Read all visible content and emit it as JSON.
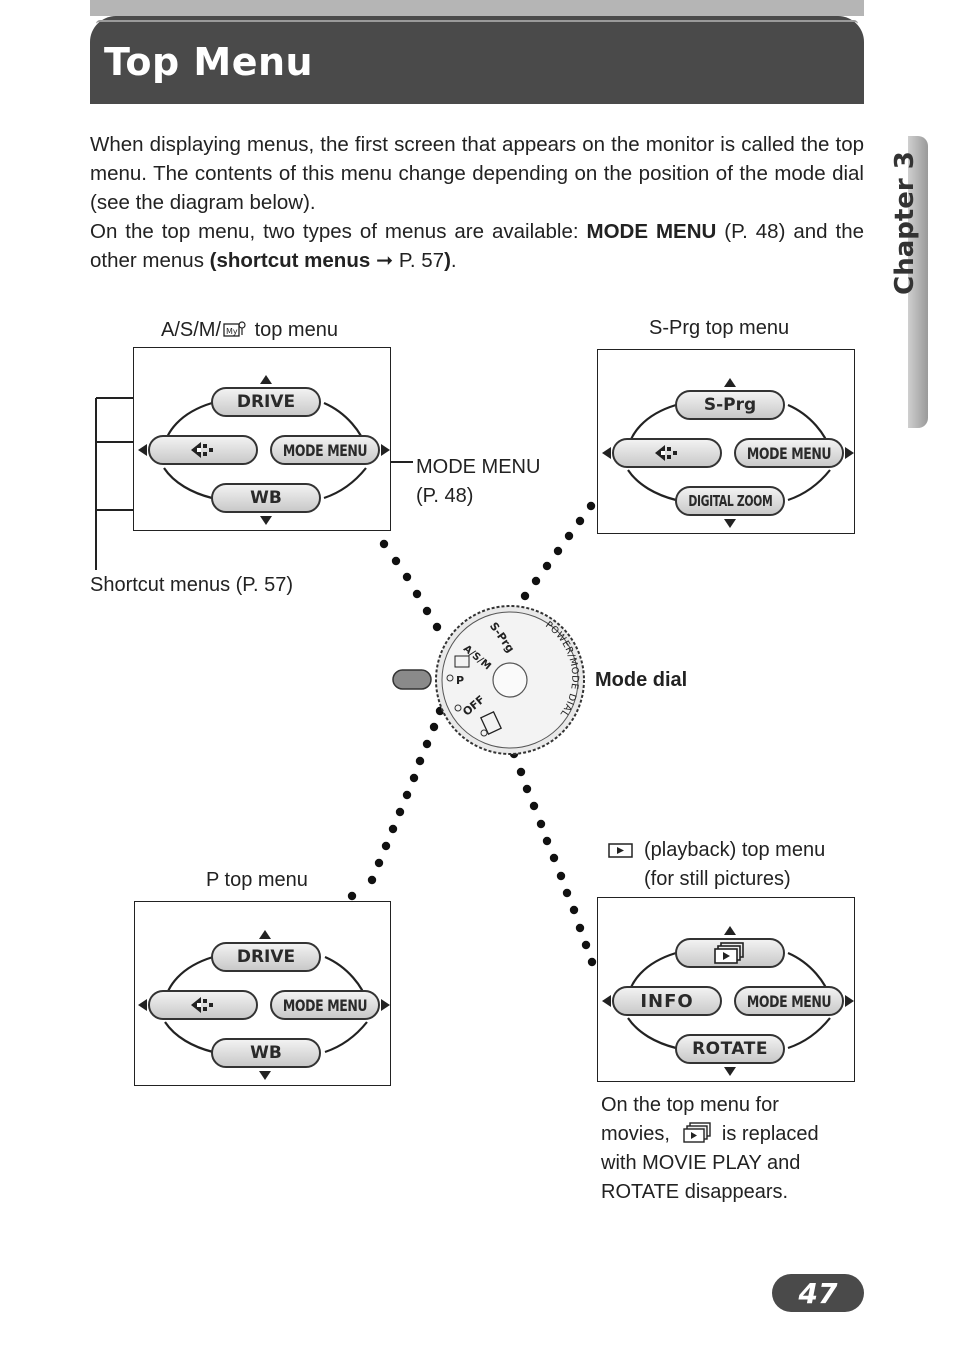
{
  "header": {
    "title": "Top Menu"
  },
  "chapter": {
    "label": "Chapter 3"
  },
  "intro": {
    "p1": "When displaying menus, the first screen that appears on the monitor is called the top menu. The contents of this menu change depending on the position of the mode dial (see the diagram below).",
    "p2_a": "On the top menu, two types of menus are available: ",
    "p2_b": "MODE MENU",
    "p2_c": " (P. 48) and the other menus ",
    "p2_d": "(shortcut menus",
    "p2_e": " P. 57",
    "p2_f": ")",
    "p2_g": "."
  },
  "asm_menu": {
    "label_a": "A/S/M/",
    "label_b": " top menu",
    "top": "DRIVE",
    "right": "MODE MENU",
    "bottom": "WB"
  },
  "sprg_menu": {
    "label": "S-Prg top menu",
    "top": "S-Prg",
    "right": "MODE MENU",
    "bottom": "DIGITAL ZOOM"
  },
  "p_menu": {
    "label": "P top menu",
    "top": "DRIVE",
    "right": "MODE MENU",
    "bottom": "WB"
  },
  "playback_menu": {
    "label_line1": "(playback) top menu",
    "label_line2": "(for still pictures)",
    "left": "INFO",
    "right": "MODE MENU",
    "bottom": "ROTATE"
  },
  "callouts": {
    "mode_menu_line1": "MODE MENU",
    "mode_menu_line2": "(P. 48)",
    "shortcut": "Shortcut menus (P. 57)",
    "mode_dial": "Mode dial"
  },
  "dial": {
    "sprg": "S-Prg",
    "asm": "A/S/M",
    "p": "P",
    "off": "OFF",
    "ring": "POWER/MODE DIAL"
  },
  "movie_note": {
    "line1": "On the top menu for",
    "line2_a": "movies,",
    "line2_b": "is replaced",
    "line3": "with MOVIE PLAY and",
    "line4": "ROTATE disappears."
  },
  "page": {
    "number": "47"
  }
}
